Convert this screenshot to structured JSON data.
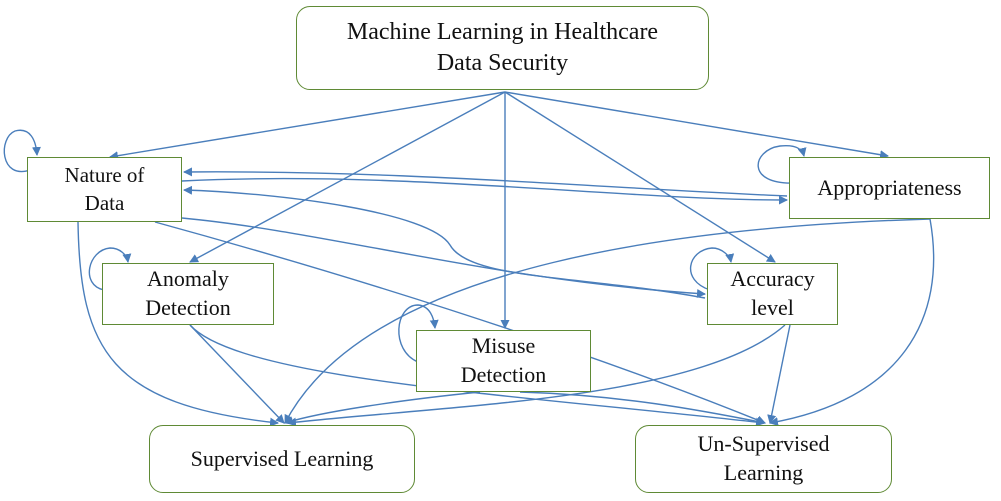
{
  "colors": {
    "node_border": "#5f8a35",
    "arrow": "#4a7ebb",
    "text": "#111111",
    "background": "#ffffff"
  },
  "nodes": {
    "root": {
      "label": "Machine Learning in Healthcare\nData Security"
    },
    "nature": {
      "label": "Nature of\nData"
    },
    "appropriateness": {
      "label": "Appropriateness"
    },
    "anomaly": {
      "label": "Anomaly\nDetection"
    },
    "accuracy": {
      "label": "Accuracy\nlevel"
    },
    "misuse": {
      "label": "Misuse\nDetection"
    },
    "supervised": {
      "label": "Supervised Learning"
    },
    "unsupervised": {
      "label": "Un-Supervised\nLearning"
    }
  },
  "edges": [
    {
      "from": "root",
      "to": "nature"
    },
    {
      "from": "root",
      "to": "anomaly"
    },
    {
      "from": "root",
      "to": "misuse"
    },
    {
      "from": "root",
      "to": "accuracy"
    },
    {
      "from": "root",
      "to": "appropriateness"
    },
    {
      "from": "nature",
      "to": "appropriateness"
    },
    {
      "from": "appropriateness",
      "to": "nature"
    },
    {
      "from": "accuracy",
      "to": "nature"
    },
    {
      "from": "nature",
      "to": "accuracy"
    },
    {
      "from": "nature",
      "to": "supervised"
    },
    {
      "from": "nature",
      "to": "unsupervised"
    },
    {
      "from": "appropriateness",
      "to": "supervised"
    },
    {
      "from": "appropriateness",
      "to": "unsupervised"
    },
    {
      "from": "anomaly",
      "to": "supervised"
    },
    {
      "from": "anomaly",
      "to": "unsupervised"
    },
    {
      "from": "misuse",
      "to": "supervised"
    },
    {
      "from": "misuse",
      "to": "unsupervised"
    },
    {
      "from": "accuracy",
      "to": "supervised"
    },
    {
      "from": "accuracy",
      "to": "unsupervised"
    },
    {
      "from": "nature",
      "to": "nature"
    },
    {
      "from": "appropriateness",
      "to": "appropriateness"
    },
    {
      "from": "anomaly",
      "to": "anomaly"
    },
    {
      "from": "accuracy",
      "to": "accuracy"
    },
    {
      "from": "misuse",
      "to": "misuse"
    }
  ]
}
